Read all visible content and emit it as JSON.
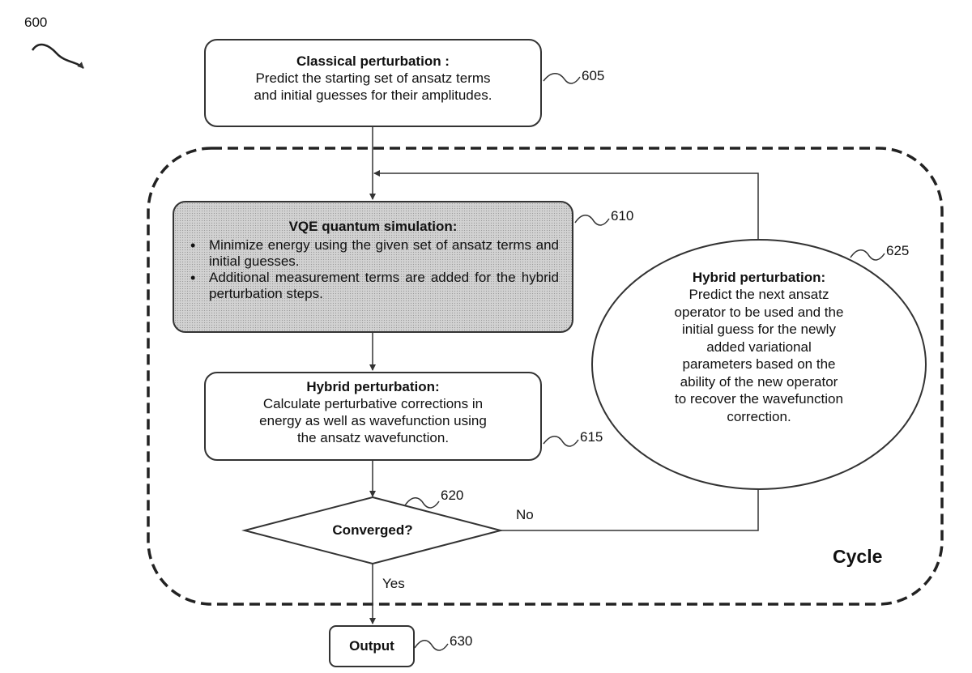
{
  "figure_number": "600",
  "nodes": {
    "classical": {
      "ref": "605",
      "title": "Classical perturbation :",
      "lines": [
        "Predict the starting set of ansatz terms",
        "and initial guesses for their amplitudes."
      ]
    },
    "vqe": {
      "ref": "610",
      "title": "VQE quantum simulation:",
      "bullets": [
        "Minimize energy using the given set of ansatz terms and initial guesses.",
        "Additional measurement terms are added for the hybrid perturbation steps."
      ]
    },
    "hybrid_box": {
      "ref": "615",
      "title": "Hybrid perturbation:",
      "lines": [
        "Calculate perturbative corrections in",
        "energy as well as wavefunction using",
        "the ansatz wavefunction."
      ]
    },
    "decision": {
      "ref": "620",
      "label": "Converged?"
    },
    "hybrid_circle": {
      "ref": "625",
      "title": "Hybrid perturbation:",
      "lines": [
        "Predict the next ansatz",
        "operator to be used and the",
        "initial guess for the newly",
        "added variational",
        "parameters based on the",
        "ability of the new operator",
        "to recover the wavefunction",
        "correction."
      ]
    },
    "output": {
      "ref": "630",
      "label": "Output"
    }
  },
  "edge_labels": {
    "no": "No",
    "yes": "Yes"
  },
  "cycle_label": "Cycle"
}
